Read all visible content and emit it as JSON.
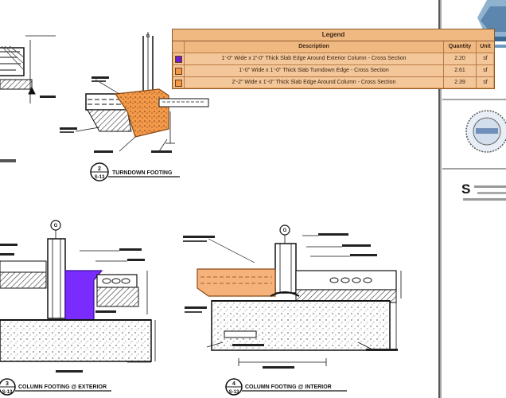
{
  "legend": {
    "title": "Legend",
    "headers": {
      "description": "Description",
      "quantity": "Quantity",
      "unit": "Unit"
    },
    "rows": [
      {
        "description": "1'-0\" Wide x 2'-0\" Thick Slab Edge Around Exterior Column - Cross Section",
        "quantity": "2.20",
        "unit": "sf",
        "color": "#6a1fd0"
      },
      {
        "description": "1'-0\" Wide x 1'-0\" Thick Slab Turndown Edge - Cross Section",
        "quantity": "2.61",
        "unit": "sf",
        "color": "#f2994a"
      },
      {
        "description": "2'-2\" Wide x 1'-0\" Thick Slab Edge Around Column - Cross Section",
        "quantity": "2.39",
        "unit": "sf",
        "color": "#f2994a"
      }
    ]
  },
  "details": [
    {
      "number": "2",
      "sheet": "S-13",
      "title": "TURNDOWN FOOTING"
    },
    {
      "number": "3",
      "sheet": "S-13",
      "title": "COLUMN FOOTING @ EXTERIOR"
    },
    {
      "number": "4",
      "sheet": "S-13",
      "title": "COLUMN FOOTING @ INTERIOR"
    }
  ],
  "grid_bubbles": [
    "G",
    "G",
    "G"
  ],
  "title_block": {
    "logo_letter": "S"
  },
  "colors": {
    "orange_fill": "#f2994a",
    "purple_fill": "#7a2cff",
    "legend_bg": "#f4c79a"
  }
}
